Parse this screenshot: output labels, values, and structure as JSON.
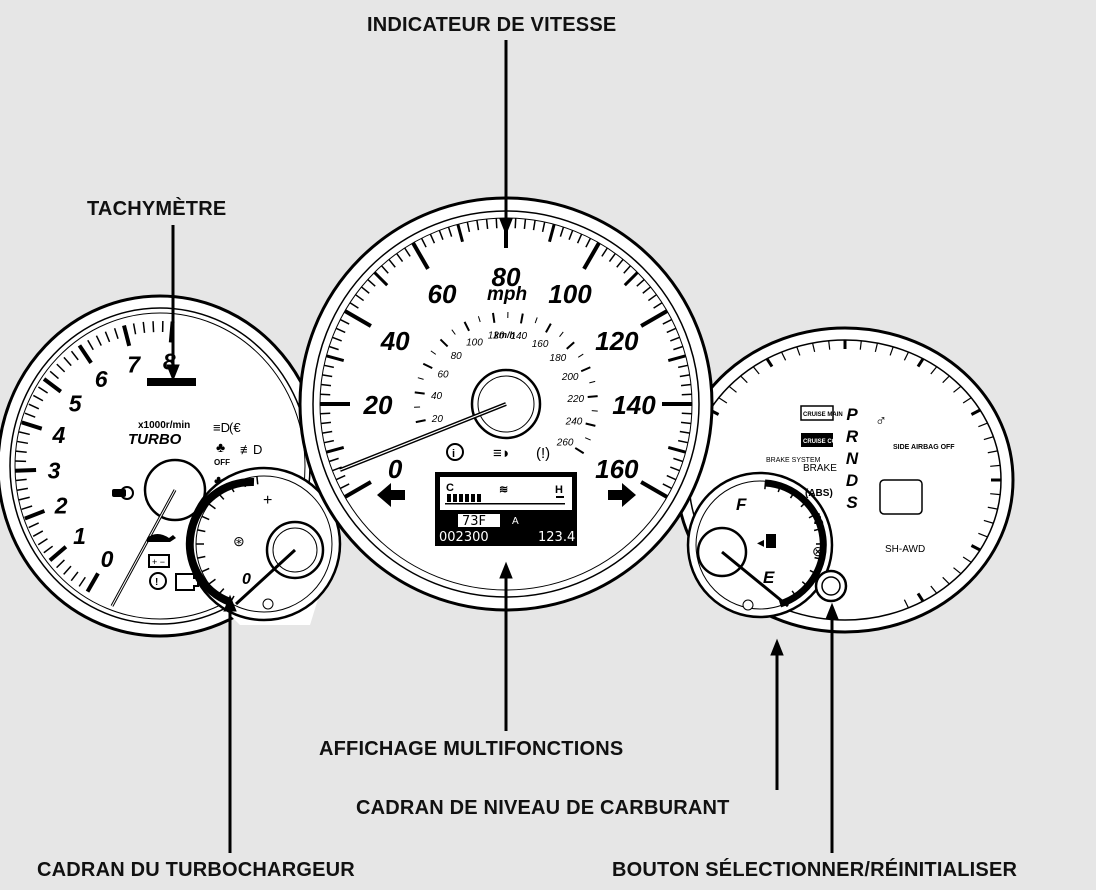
{
  "callouts": {
    "speedometer": "INDICATEUR DE VITESSE",
    "tachometer": "TACHYMÈTRE",
    "multi_display": "AFFICHAGE MULTIFONCTIONS",
    "fuel_gauge": "CADRAN DE NIVEAU DE CARBURANT",
    "turbo_gauge": "CADRAN DU TURBOCHARGEUR",
    "select_reset": "BOUTON SÉLECTIONNER/RÉINITIALISER"
  },
  "speedometer": {
    "unit_mph": "mph",
    "unit_kmh": "km/h",
    "mph_labels": [
      "0",
      "20",
      "40",
      "60",
      "80",
      "100",
      "120",
      "140",
      "160"
    ],
    "kmh_labels": [
      "20",
      "40",
      "60",
      "80",
      "100",
      "120",
      "140",
      "160",
      "180",
      "200",
      "220",
      "240",
      "260"
    ]
  },
  "tachometer": {
    "labels": [
      "0",
      "1",
      "2",
      "3",
      "4",
      "5",
      "6",
      "7",
      "8"
    ],
    "unit": "x1000r/min",
    "brand": "TURBO"
  },
  "turbo": {
    "plus": "+",
    "zero": "0"
  },
  "fuel": {
    "full": "F",
    "empty": "E"
  },
  "multi_display": {
    "cold": "C",
    "hot": "H",
    "temp": "73F",
    "trip_mode": "A",
    "odometer": "002300",
    "trip": "123.4"
  },
  "right_panel": {
    "gears": [
      "P",
      "R",
      "N",
      "D",
      "S"
    ],
    "cruise_main": "CRUISE MAIN",
    "cruise_control": "CRUISE CONTROL",
    "brake_system": "BRAKE SYSTEM",
    "brake": "BRAKE",
    "abs": "(ABS)",
    "side_airbag_off": "SIDE AIRBAG OFF",
    "sh_awd": "SH-AWD"
  },
  "left_panel": {
    "vsa_off": "OFF"
  }
}
